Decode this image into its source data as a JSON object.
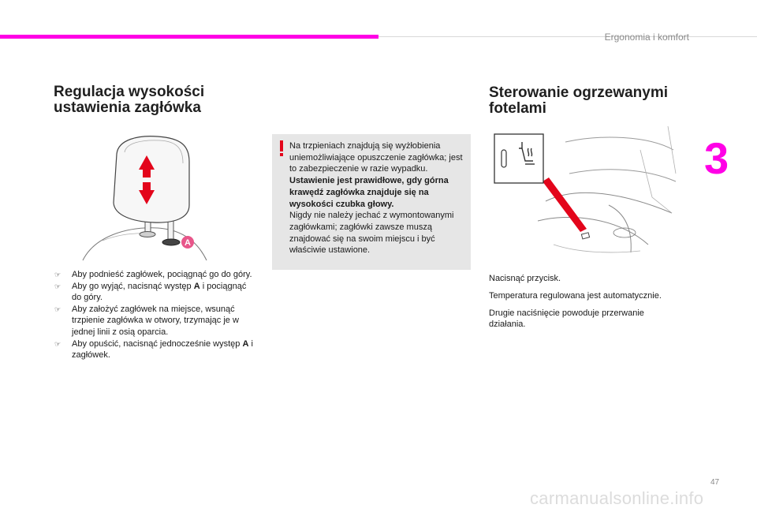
{
  "header": {
    "section": "Ergonomia i komfort",
    "chapter_number": "3",
    "page_number": "47"
  },
  "left_section": {
    "title_line1": "Regulacja wysokości",
    "title_line2": "ustawienia zagłówka",
    "figure": {
      "callout_label": "A",
      "icon": "headrest-adjust-illustration"
    },
    "steps": [
      {
        "bullet_icon": "pointing-hand-icon",
        "text": "Aby podnieść zagłówek, pociągnąć go do góry."
      },
      {
        "bullet_icon": "pointing-hand-icon",
        "pre": "Aby go wyjąć, nacisnąć występ ",
        "bold": "A",
        "post": " i pociągnąć do góry."
      },
      {
        "bullet_icon": "pointing-hand-icon",
        "text": "Aby założyć zagłówek na miejsce, wsunąć trzpienie zagłówka w otwory, trzymając je w jednej linii z osią oparcia."
      },
      {
        "bullet_icon": "pointing-hand-icon",
        "pre": "Aby opuścić, nacisnąć jednocześnie występ ",
        "bold": "A",
        "post": " i zagłówek."
      }
    ]
  },
  "warning": {
    "icon": "exclamation-icon",
    "p1": "Na trzpieniach znajdują się wyżłobienia uniemożliwiające opuszczenie zagłówka; jest to zabezpieczenie w razie wypadku.",
    "p2_bold": "Ustawienie jest prawidłowe, gdy górna krawędź zagłówka znajduje się na wysokości czubka głowy.",
    "p3": "Nigdy nie należy jechać z wymontowanymi zagłówkami; zagłówki zawsze muszą znajdować się na swoim miejscu i być właściwie ustawione."
  },
  "right_section": {
    "title_line1": "Sterowanie ogrzewanymi",
    "title_line2": "fotelami",
    "figure": {
      "icon": "heated-seat-button-illustration"
    },
    "paragraphs": [
      "Nacisnąć przycisk.",
      "Temperatura regulowana jest automatycznie.",
      "Drugie naciśnięcie powoduje przerwanie działania."
    ]
  },
  "watermark": "carmanualsonline.info",
  "colors": {
    "accent": "#ff00e6",
    "warning_bg": "#e6e6e6",
    "arrow_red": "#e3051b"
  }
}
